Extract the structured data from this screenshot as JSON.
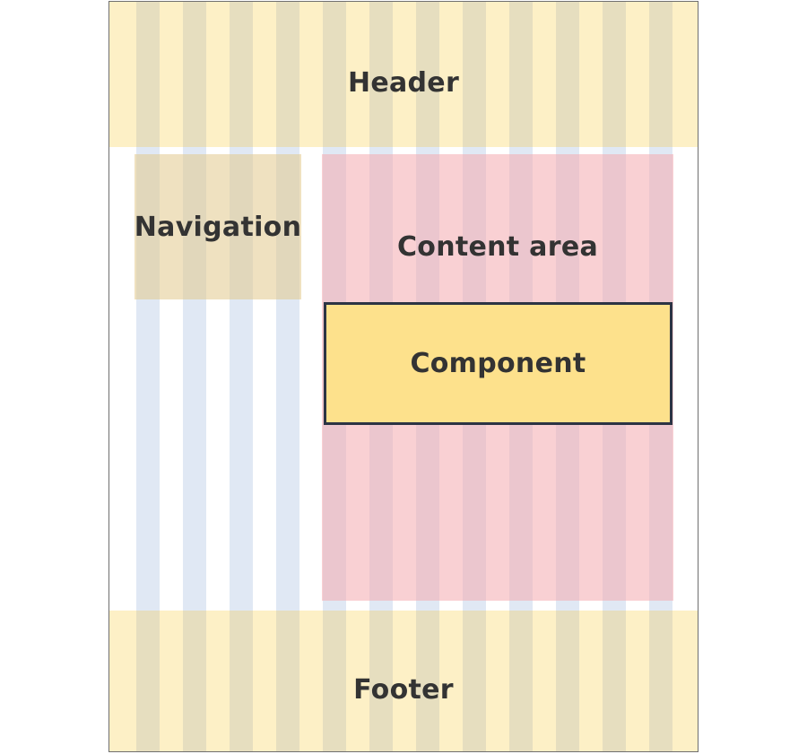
{
  "diagram": {
    "header_label": "Header",
    "navigation_label": "Navigation",
    "content_label": "Content area",
    "component_label": "Component",
    "footer_label": "Footer"
  },
  "colors": {
    "header_footer_fill": "#fdf0c6",
    "column_stripe": "#a0b8de",
    "navigation_fill": "#e2c88c",
    "content_fill": "#f4aaaf",
    "component_fill": "#fde18c",
    "component_border": "#2c3444",
    "frame_border": "#6f6f6f"
  }
}
